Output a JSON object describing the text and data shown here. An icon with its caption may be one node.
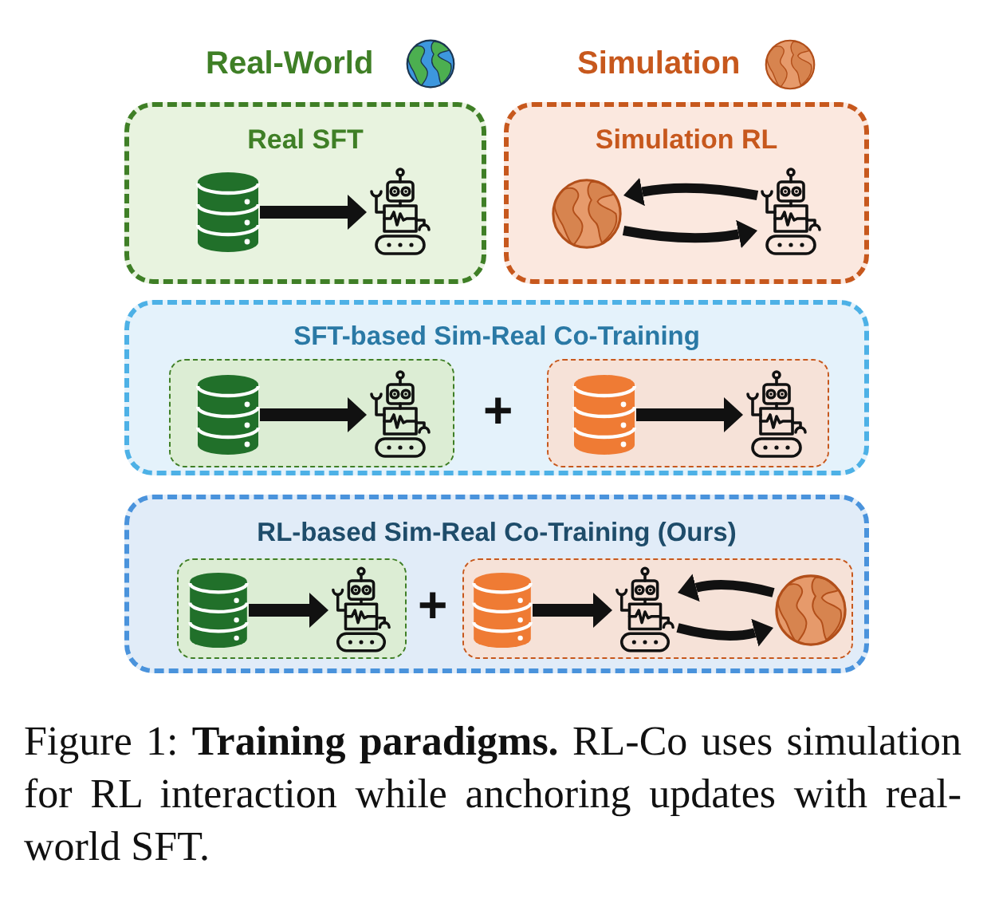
{
  "diagram": {
    "caption": "Figure 1: **Training paradigms.** RL-Co uses simulation for RL interaction while anchoring updates with real-world SFT.",
    "nodes": [
      {
        "text": [
          "Real SFT"
        ]
      },
      {
        "text": [],
        "shape": "cylinder",
        "in": 0
      },
      {
        "text": [],
        "shape": "robot",
        "in": 0
      },
      {
        "text": [
          "Simulation RL"
        ]
      },
      {
        "text": [],
        "shape": "globe",
        "in": 3
      },
      {
        "text": [],
        "shape": "robot",
        "in": 3
      },
      {
        "text": [
          "SFT-based Sim-Real Co-Training"
        ]
      },
      {
        "text": [],
        "shape": "box",
        "in": 6
      },
      {
        "text": [],
        "shape": "cylinder",
        "in": 7
      },
      {
        "text": [],
        "shape": "robot",
        "in": 7
      },
      {
        "text": [],
        "shape": "box",
        "in": 6
      },
      {
        "text": [],
        "shape": "cylinder",
        "in": 10
      },
      {
        "text": [],
        "shape": "robot",
        "in": 10
      },
      {
        "text": [
          "RL-based Sim-Real Co-Training (Ours)"
        ]
      },
      {
        "text": [],
        "shape": "box",
        "in": 13
      },
      {
        "text": [],
        "shape": "cylinder",
        "in": 14
      },
      {
        "text": [],
        "shape": "robot",
        "in": 14
      },
      {
        "text": [],
        "shape": "box",
        "in": 13
      },
      {
        "text": [],
        "shape": "cylinder",
        "in": 17
      },
      {
        "text": [],
        "shape": "robot",
        "in": 17
      },
      {
        "text": [],
        "shape": "globe",
        "in": 17
      }
    ],
    "edges": [
      {
        "from": 1,
        "to": 2,
        "arrow": "to"
      },
      {
        "from": 5,
        "to": 4,
        "arrow": "to"
      },
      {
        "from": 4,
        "to": 5,
        "arrow": "to"
      },
      {
        "from": 8,
        "to": 9,
        "arrow": "to"
      },
      {
        "from": 11,
        "to": 12,
        "arrow": "to"
      },
      {
        "from": 15,
        "to": 16,
        "arrow": "to"
      },
      {
        "from": 18,
        "to": 19,
        "arrow": "to"
      },
      {
        "from": 20,
        "to": 19,
        "arrow": "to"
      },
      {
        "from": 19,
        "to": 20,
        "arrow": "to"
      }
    ],
    "labels": [
      "Real-World",
      "Simulation",
      "+",
      "+"
    ]
  }
}
